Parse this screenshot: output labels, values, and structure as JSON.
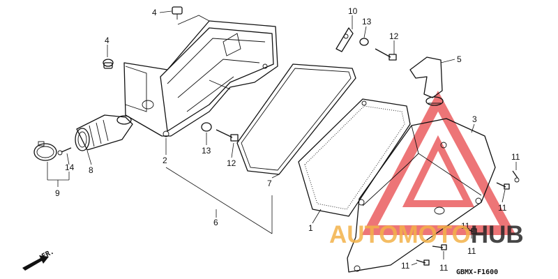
{
  "diagram": {
    "callouts": {
      "n1": "1",
      "n2": "2",
      "n3": "3",
      "n4a": "4",
      "n4b": "4",
      "n5": "5",
      "n6": "6",
      "n7": "7",
      "n8": "8",
      "n9": "9",
      "n10": "10",
      "n11a": "11",
      "n11b": "11",
      "n11c": "11",
      "n11d": "11",
      "n11e": "11",
      "n11f": "11",
      "n12a": "12",
      "n12b": "12",
      "n13a": "13",
      "n13b": "13",
      "n14": "14"
    },
    "drawing_code": "GBMX-F1600",
    "direction_label": "FR."
  },
  "watermark": {
    "text_part1": "AUTOMOTO",
    "text_part2": "HUB",
    "color_accent": "#f3b24a",
    "color_dark": "#262626",
    "triangle_color": "#e8474a"
  }
}
